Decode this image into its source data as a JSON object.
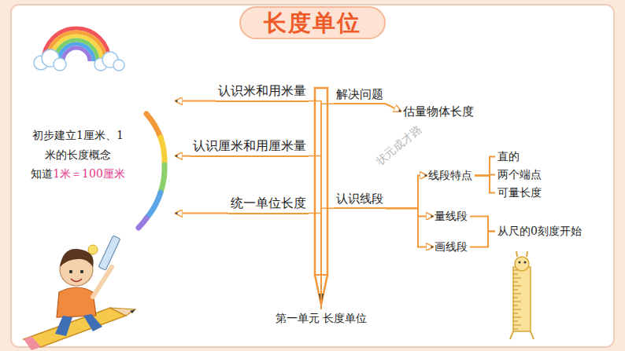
{
  "diagram": {
    "title": "长度单位",
    "nodes": [
      {
        "text": [
          "第一单元 长度单位"
        ]
      },
      {
        "text": [
          "认识米和用米量"
        ]
      },
      {
        "text": [
          "认识厘米和用厘米量"
        ]
      },
      {
        "text": [
          "统一单位长度"
        ]
      },
      {
        "text": [
          "初步建立1厘米、1米的长度概念",
          "知道",
          "1米＝100厘米"
        ]
      },
      {
        "text": [
          "解决问题"
        ]
      },
      {
        "text": [
          "估量物体长度"
        ]
      },
      {
        "text": [
          "认识线段"
        ]
      },
      {
        "text": [
          "线段特点"
        ]
      },
      {
        "text": [
          "直的"
        ]
      },
      {
        "text": [
          "两个端点"
        ]
      },
      {
        "text": [
          "可量长度"
        ]
      },
      {
        "text": [
          "量线段"
        ]
      },
      {
        "text": [
          "画线段"
        ]
      },
      {
        "text": [
          "从尺的0刻度开始"
        ]
      }
    ],
    "edges": [
      {
        "from": 0,
        "to": 1,
        "arrow": "none"
      },
      {
        "from": 0,
        "to": 2,
        "arrow": "none"
      },
      {
        "from": 0,
        "to": 3,
        "arrow": "none"
      },
      {
        "from": 0,
        "to": 5,
        "arrow": "none"
      },
      {
        "from": 0,
        "to": 7,
        "arrow": "none"
      },
      {
        "from": 1,
        "to": 4,
        "arrow": "to"
      },
      {
        "from": 2,
        "to": 4,
        "arrow": "to"
      },
      {
        "from": 3,
        "to": 4,
        "arrow": "to"
      },
      {
        "from": 5,
        "to": 6,
        "arrow": "to"
      },
      {
        "from": 7,
        "to": 8,
        "arrow": "to"
      },
      {
        "from": 7,
        "to": 12,
        "arrow": "to"
      },
      {
        "from": 7,
        "to": 13,
        "arrow": "to"
      },
      {
        "from": 8,
        "to": 9,
        "arrow": "none"
      },
      {
        "from": 8,
        "to": 10,
        "arrow": "none"
      },
      {
        "from": 8,
        "to": 11,
        "arrow": "none"
      },
      {
        "from": 12,
        "to": 14,
        "arrow": "none"
      },
      {
        "from": 13,
        "to": 14,
        "arrow": "none"
      }
    ],
    "labels": [
      "状元成才路"
    ]
  }
}
